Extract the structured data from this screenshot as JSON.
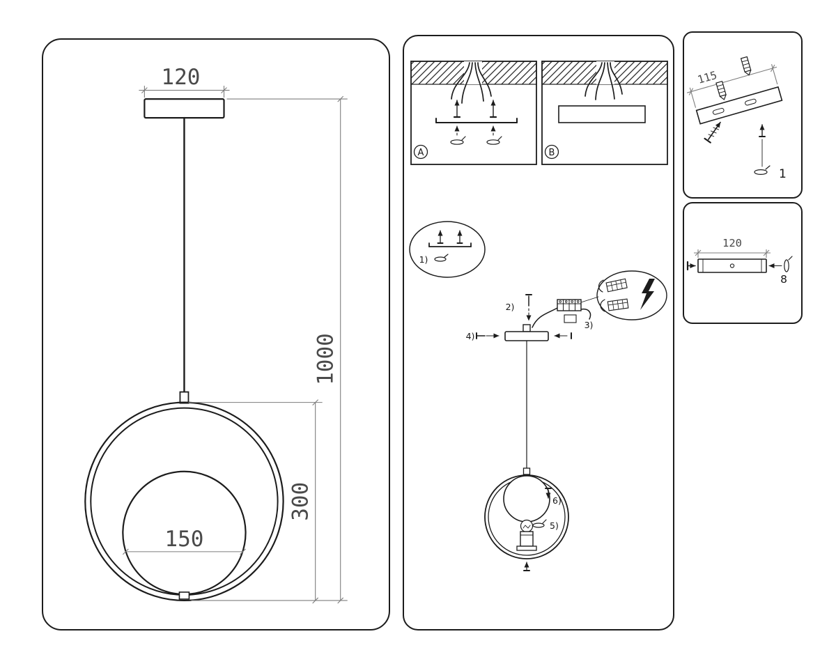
{
  "colors": {
    "line": "#1c1c1c",
    "dimension": "#7d7d7d"
  },
  "left_panel": {
    "canopy_width": "120",
    "drop_length": "1000",
    "ring_diameter": "300",
    "sphere_diameter": "150"
  },
  "middle_panel": {
    "option_a": "A",
    "option_b": "B",
    "step1": "1)",
    "step2": "2)",
    "step3": "3)",
    "step4": "4)",
    "step5": "5)",
    "step6": "6)"
  },
  "top_right_panel": {
    "bracket_length": "115",
    "step": "1"
  },
  "bottom_right_panel": {
    "plate_length": "120",
    "step": "8"
  }
}
